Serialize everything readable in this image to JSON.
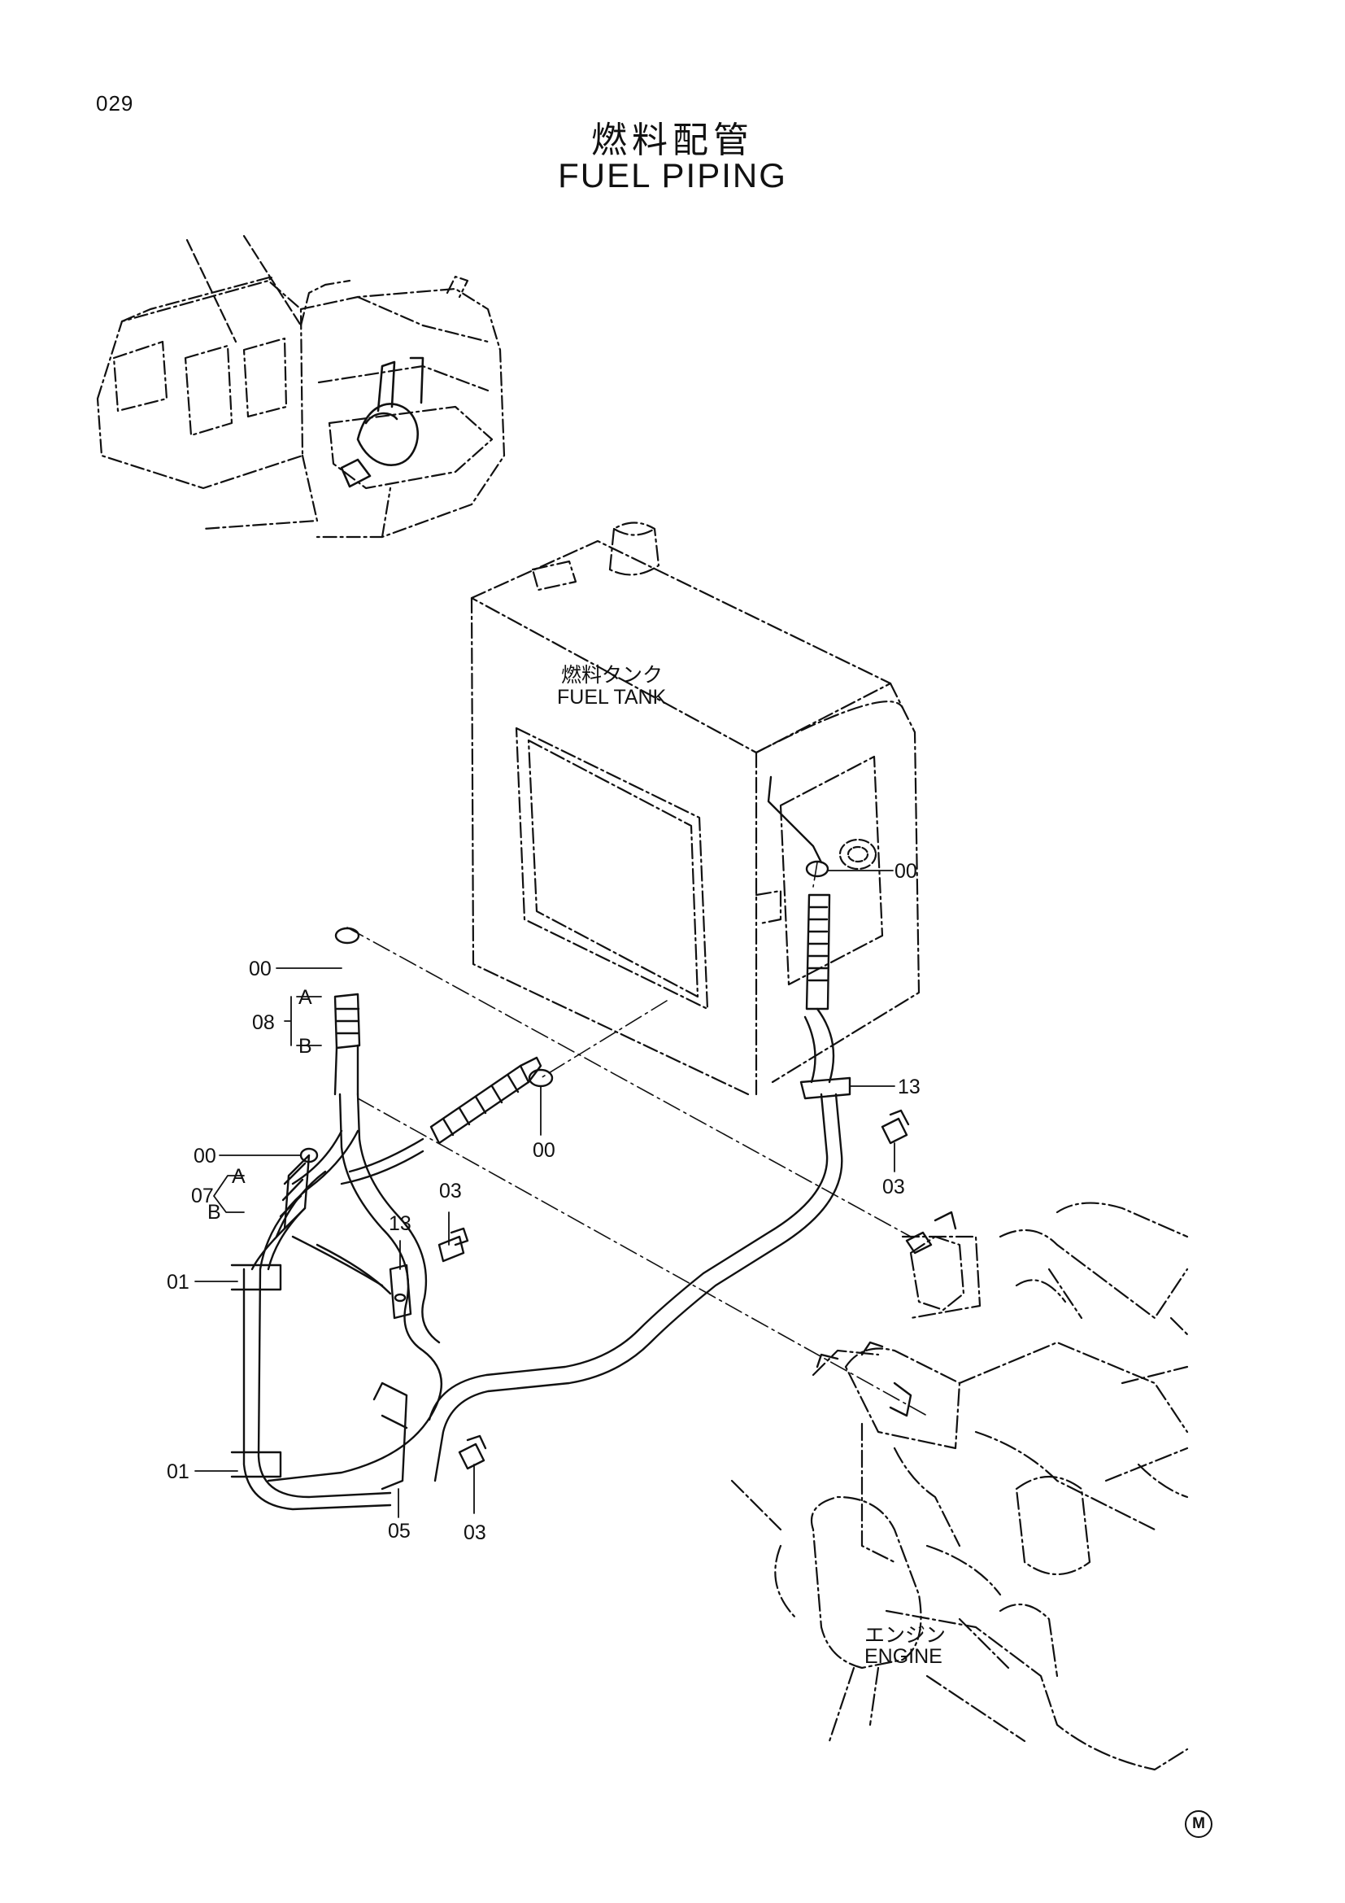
{
  "page_number": "029",
  "title": {
    "jp": "燃料配管",
    "en": "FUEL  PIPING"
  },
  "components": {
    "fuel_tank": {
      "jp": "燃料タンク",
      "en": "FUEL TANK"
    },
    "engine": {
      "jp": "エンジン",
      "en": "ENGINE"
    }
  },
  "callouts": {
    "c00_tank": "00",
    "c00_left": "00",
    "c08": "08",
    "c08_a": "A",
    "c08_b": "B",
    "c00_mid": "00",
    "c00_clamp": "00",
    "c07": "07",
    "c07_a": "A",
    "c07_b": "B",
    "c01_top": "01",
    "c01_bottom": "01",
    "c13_right": "13",
    "c03_right": "03",
    "c03_mid": "03",
    "c13_mid": "13",
    "c05": "05",
    "c03_bottom": "03"
  },
  "mark": "M"
}
